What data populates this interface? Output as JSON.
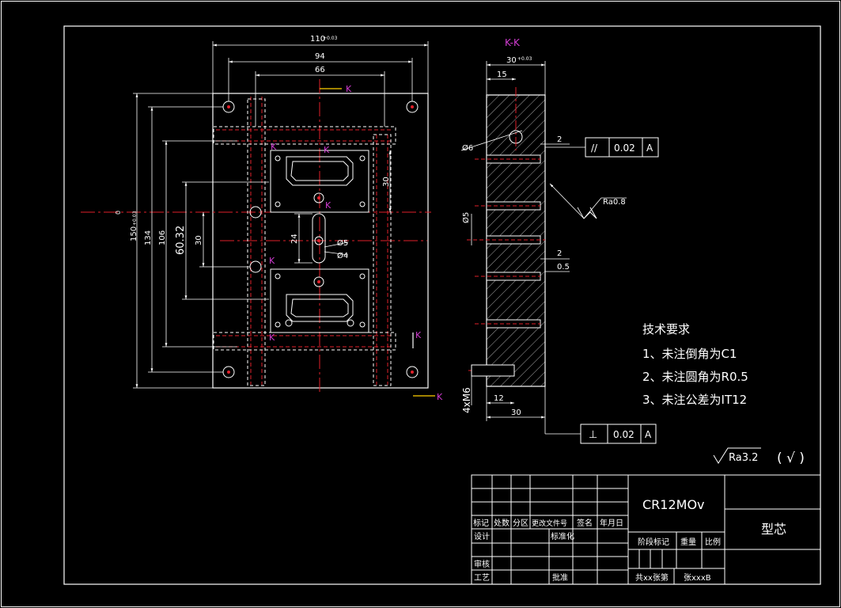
{
  "section_view": {
    "label": "K-K"
  },
  "section_marks": [
    "K",
    "K",
    "K",
    "K",
    "K",
    "K",
    "K",
    "K"
  ],
  "plan_dims": {
    "overall_width": "110",
    "overall_width_tol": "+0.03",
    "width_94": "94",
    "width_66": "66",
    "overall_height": "150",
    "overall_height_tol": "+0.03",
    "h_134": "134",
    "h_106": "106",
    "h_60_32": "60.32",
    "h_30_left": "30",
    "h_30_right": "30",
    "h_24": "24",
    "dia_5": "Ø5",
    "dia_4": "Ø4",
    "zero_mark": "0"
  },
  "section_dims": {
    "width_30": "30",
    "width_30_tol": "+0.03",
    "d15": "15",
    "dia_6": "Ø6",
    "dia_5": "Ø5",
    "d2_top": "2",
    "d2_mid": "2",
    "d0_5": "0.5",
    "thread": "4xM6",
    "d12": "12",
    "d30_bottom": "30"
  },
  "tolerance_frames": {
    "parallel": {
      "symbol": "//",
      "value": "0.02",
      "datum": "A"
    },
    "perpendicular": {
      "symbol": "⊥",
      "value": "0.02",
      "datum": "A"
    }
  },
  "roughness": {
    "local": "Ra0.8",
    "general": "Ra3.2",
    "general_note": "( √ )"
  },
  "tech_requirements": {
    "title": "技术要求",
    "items": [
      "1、未注倒角为C1",
      "2、未注圆角为R0.5",
      "3、未注公差为IT12"
    ]
  },
  "title_block": {
    "material": "CR12MOv",
    "part_name": "型芯",
    "headers": {
      "mark": "标记",
      "count": "处数",
      "zone": "分区",
      "change_doc": "更改文件号",
      "sign": "签名",
      "date": "年月日"
    },
    "design": "设计",
    "standardize": "标准化",
    "stage_mark": "阶段标记",
    "weight": "重量",
    "scale": "比例",
    "review": "审核",
    "process": "工艺",
    "approve": "批准",
    "sheets_total": "共xx张第",
    "sheet_no": "张xxxB"
  }
}
